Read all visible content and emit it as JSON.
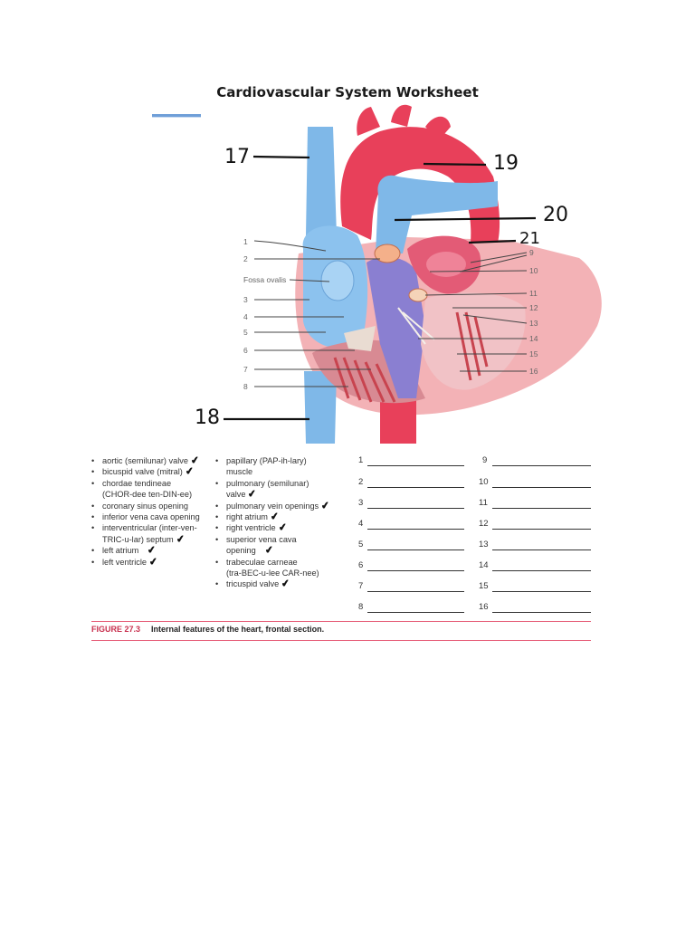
{
  "page": {
    "title": "Cardiovascular System Worksheet"
  },
  "diagram": {
    "small_labels": [
      {
        "id": "1",
        "text": "1"
      },
      {
        "id": "2",
        "text": "2"
      },
      {
        "id": "fossa",
        "text": "Fossa ovalis"
      },
      {
        "id": "3",
        "text": "3"
      },
      {
        "id": "4",
        "text": "4"
      },
      {
        "id": "5",
        "text": "5"
      },
      {
        "id": "6",
        "text": "6"
      },
      {
        "id": "7",
        "text": "7"
      },
      {
        "id": "8",
        "text": "8"
      },
      {
        "id": "9",
        "text": "9"
      },
      {
        "id": "10",
        "text": "10"
      },
      {
        "id": "11",
        "text": "11"
      },
      {
        "id": "12",
        "text": "12"
      },
      {
        "id": "13",
        "text": "13"
      },
      {
        "id": "14",
        "text": "14"
      },
      {
        "id": "15",
        "text": "15"
      },
      {
        "id": "16",
        "text": "16"
      }
    ],
    "handwritten_labels": [
      "17",
      "18",
      "19",
      "20",
      "21"
    ]
  },
  "terms_col1": [
    {
      "text": "aortic (semilunar) valve",
      "cont": "",
      "check": "✔"
    },
    {
      "text": "bicuspid valve (mitral)",
      "cont": "",
      "check": "✔"
    },
    {
      "text": "chordae tendineae",
      "cont": "(CHOR-dee ten-DIN-ee)",
      "check": ""
    },
    {
      "text": "coronary sinus opening",
      "cont": "",
      "check": ""
    },
    {
      "text": "inferior vena cava opening",
      "cont": "",
      "check": ""
    },
    {
      "text": "interventricular (inter-ven-",
      "cont": "TRIC-u-lar) septum",
      "check": "✔"
    },
    {
      "text": "left atrium",
      "cont": "",
      "check": "✔"
    },
    {
      "text": "left ventricle",
      "cont": "",
      "check": "✔"
    }
  ],
  "terms_col2": [
    {
      "text": "papillary (PAP-ih-lary)",
      "cont": "muscle",
      "check": ""
    },
    {
      "text": "pulmonary (semilunar)",
      "cont": "valve",
      "check": "✔"
    },
    {
      "text": "pulmonary vein openings",
      "cont": "",
      "check": "✔"
    },
    {
      "text": "right atrium",
      "cont": "",
      "check": "✔"
    },
    {
      "text": "right ventricle",
      "cont": "",
      "check": "✔"
    },
    {
      "text": "superior vena cava",
      "cont": "opening",
      "check": "✔"
    },
    {
      "text": "trabeculae carneae",
      "cont": "(tra-BEC-u-lee CAR-nee)",
      "check": ""
    },
    {
      "text": "tricuspid valve",
      "cont": "",
      "check": "✔"
    }
  ],
  "answer_numbers_left": [
    "1",
    "2",
    "3",
    "4",
    "5",
    "6",
    "7",
    "8"
  ],
  "answer_numbers_right": [
    "9",
    "10",
    "11",
    "12",
    "13",
    "14",
    "15",
    "16"
  ],
  "caption": {
    "figure_number": "FIGURE 27.3",
    "text": "Internal features of the heart, frontal section."
  },
  "colors": {
    "vein_blue": "#7fb8e8",
    "artery_red": "#e8405a",
    "heart_pink": "#f3b2b6",
    "accent_rule": "#e6607a",
    "figure_number": "#c8304e"
  }
}
